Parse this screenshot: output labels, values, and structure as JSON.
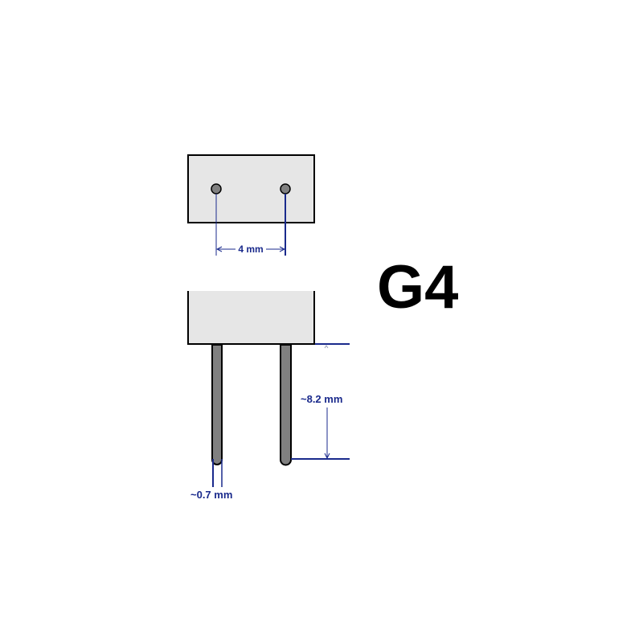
{
  "title": "G4",
  "colors": {
    "base_fill": "#e6e6e6",
    "outline": "#000000",
    "pin_fill": "#808080",
    "dimension": "#1a2a8c",
    "title": "#000000",
    "background": "#ffffff"
  },
  "top_view": {
    "label": "4 mm",
    "pin_spacing_mm": 4
  },
  "side_view": {
    "pin_length_label": "~8.2 mm",
    "pin_diameter_label": "~0.7 mm",
    "pin_length_mm": 8.2,
    "pin_diameter_mm": 0.7
  }
}
